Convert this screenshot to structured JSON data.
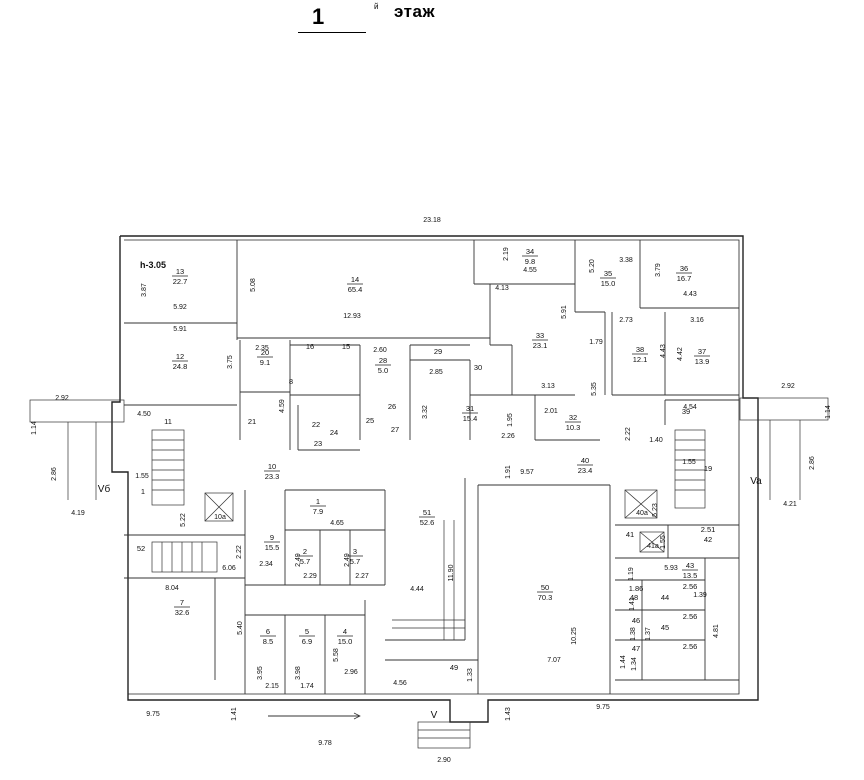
{
  "header": {
    "floor_number": "1",
    "floor_mark": "й",
    "floor_word": "этаж"
  },
  "height_label": "h-3.05",
  "colors": {
    "line": "#222222",
    "height_label": "#2a3f8f",
    "entrance_label": "#c0392b"
  },
  "dimensions": {
    "overall_width": "23.18",
    "bottom_left": "9.75",
    "bottom_right": "9.75",
    "bottom_base": "9.78",
    "porch_width": "2.90",
    "left_porch": "2.92",
    "right_porch": "2.92",
    "left_small": "1.14",
    "right_small": "1.14",
    "left_side": "2.86",
    "right_side": "2.86",
    "left_stair": "4.19",
    "right_stair": "4.21",
    "bottom_v1": "1.41",
    "bottom_v2": "1.43"
  },
  "entrances": {
    "left": "Vб",
    "right": "Va",
    "bottom": "V"
  },
  "rooms": [
    {
      "n": "13",
      "a": "22.7"
    },
    {
      "n": "14",
      "a": "65.4"
    },
    {
      "n": "34",
      "a": "9.8"
    },
    {
      "n": "35",
      "a": "15.0"
    },
    {
      "n": "36",
      "a": "16.7"
    },
    {
      "n": "12",
      "a": "24.8"
    },
    {
      "n": "20",
      "a": "9.1"
    },
    {
      "n": "28",
      "a": "5.0"
    },
    {
      "n": "33",
      "a": "23.1"
    },
    {
      "n": "38",
      "a": "12.1"
    },
    {
      "n": "37",
      "a": "13.9"
    },
    {
      "n": "31",
      "a": "15.4"
    },
    {
      "n": "32",
      "a": "10.3"
    },
    {
      "n": "10",
      "a": "23.3"
    },
    {
      "n": "40",
      "a": "23.4"
    },
    {
      "n": "1",
      "a": "7.9"
    },
    {
      "n": "51",
      "a": "52.6"
    },
    {
      "n": "9",
      "a": "15.5"
    },
    {
      "n": "2",
      "a": "5.7"
    },
    {
      "n": "3",
      "a": "5.7"
    },
    {
      "n": "43",
      "a": "13.5"
    },
    {
      "n": "7",
      "a": "32.6"
    },
    {
      "n": "6",
      "a": "8.5"
    },
    {
      "n": "5",
      "a": "6.9"
    },
    {
      "n": "4",
      "a": "15.0"
    },
    {
      "n": "50",
      "a": "70.3"
    }
  ],
  "small_rooms": [
    "16",
    "15",
    "29",
    "30",
    "11",
    "39",
    "21",
    "24",
    "25",
    "22",
    "23",
    "26",
    "27",
    "41",
    "42",
    "44",
    "45",
    "46",
    "47",
    "48",
    "49",
    "52",
    "8",
    "19",
    "1"
  ],
  "small_areas": [
    "2.51",
    "1.86",
    "2.56",
    "2.56",
    "2.56"
  ],
  "room_dims": [
    "3.87",
    "5.92",
    "5.91",
    "5.08",
    "12.93",
    "2.19",
    "4.55",
    "5.20",
    "3.38",
    "3.79",
    "4.43",
    "4.13",
    "5.91",
    "3.13",
    "2.73",
    "3.16",
    "4.43",
    "4.42",
    "1.79",
    "5.35",
    "2.35",
    "3.75",
    "4.59",
    "2.60",
    "2.85",
    "3.32",
    "1.95",
    "2.26",
    "2.01",
    "2.22",
    "4.50",
    "4.54",
    "1.40",
    "1.55",
    "1.55",
    "1.91",
    "9.57",
    "5.22",
    "5.23",
    "1.55",
    "4.65",
    "2.22",
    "2.34",
    "2.49",
    "2.29",
    "2.49",
    "2.27",
    "6.06",
    "8.04",
    "11.90",
    "4.44",
    "5.93",
    "1.19",
    "1.39",
    "5.40",
    "10.25",
    "1.41",
    "1.38",
    "1.37",
    "4.81",
    "3.95",
    "3.98",
    "5.58",
    "2.15",
    "1.74",
    "2.96",
    "4.56",
    "1.33",
    "7.07",
    "1.44",
    "1.34"
  ],
  "stair_labels": [
    "10a",
    "40a",
    "41a"
  ]
}
